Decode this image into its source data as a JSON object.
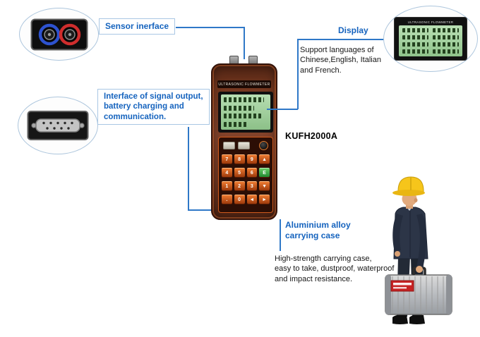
{
  "callouts": {
    "sensor": {
      "label": "Sensor inerface"
    },
    "signal": {
      "label": "Interface of signal output,\nbattery charging and\ncommunication."
    },
    "display": {
      "label": "Display",
      "description": "Support languages of\n Chinese,English, Italian\nand French."
    },
    "case": {
      "label": "Aluminium alloy\ncarrying case",
      "description": "High-strength carrying case,\neasy to take, dustproof, waterproof\nand impact resistance."
    }
  },
  "device": {
    "model": "KUFH2000A",
    "brand": "ULTRASONIC FLOWMETER",
    "keypad": {
      "rows": [
        [
          "7",
          "8",
          "9",
          "▲"
        ],
        [
          "4",
          "5",
          "6",
          "E"
        ],
        [
          "1",
          "2",
          "3",
          "▼"
        ],
        [
          ".",
          "0",
          "◄",
          "►"
        ]
      ]
    }
  },
  "zoomed_display": {
    "brand": "ULTRASONIC FLOWMETER"
  },
  "colors": {
    "label_blue": "#1563be",
    "line_blue": "#2f78c8",
    "device_body": "#74371f",
    "lcd_green": "#a7d5a2",
    "key_orange": "#d65f1f",
    "key_green": "#2f9e3f",
    "helmet_yellow": "#f2c21a",
    "case_label_red": "#c62222",
    "case_silver": "#b8bbbf"
  }
}
